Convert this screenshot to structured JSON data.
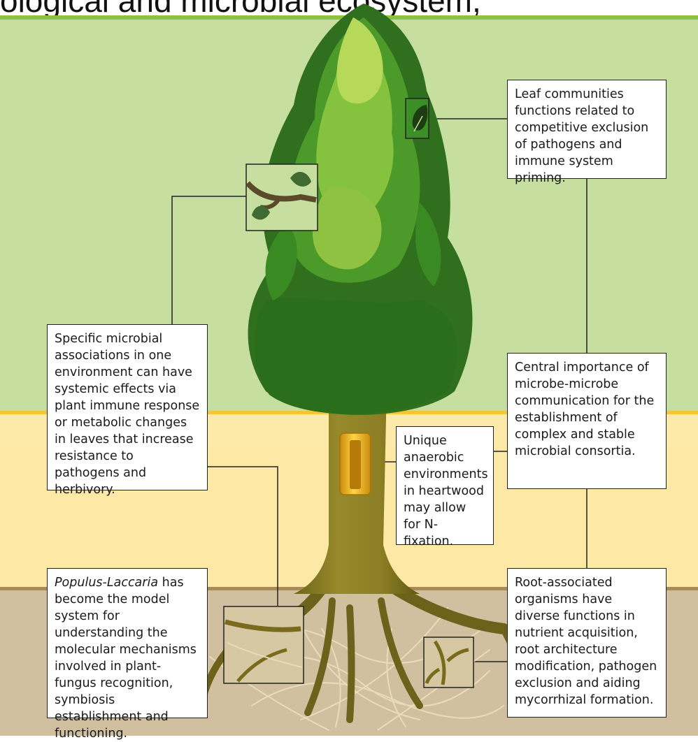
{
  "header": {
    "partial_text": "ological and microbial ecosystem,"
  },
  "colors": {
    "canopy_zone": "#c6dea0",
    "trunk_zone": "#fde9a8",
    "soil_zone": "#d1c09f",
    "canopy_line": "#8dc33f",
    "trunk_line": "#f6c533",
    "soil_line": "#a98a58",
    "bark": "#8a7c26",
    "heartwood": "#e8b020"
  },
  "callouts": {
    "leaf": "Leaf communities functions related to competitive exclusion of pathogens and immune system priming.",
    "systemic": "Specific microbial associations in one environment can have systemic effects via plant immune response or metabolic changes in leaves that increase resistance to pathogens and herbivory.",
    "communication": "Central importance of microbe-microbe communication for the establishment of complex and stable microbial consortia.",
    "heartwood": "Unique anaerobic environments in heartwood may allow for N-fixation.",
    "populus_italic": "Populus-Laccaria",
    "populus_rest": " has become the model system for understanding the molecular mechanisms involved in plant-fungus recognition, symbiosis establishment and functioning.",
    "root": "Root-associated organisms have diverse functions in nutrient acquisition, root architecture modification, pathogen exclusion and aiding mycorrhizal formation."
  },
  "icons": [
    "leaf-icon",
    "branch-icon",
    "heartwood-core-icon",
    "root-detail-icon",
    "root-fungus-detail-icon"
  ]
}
